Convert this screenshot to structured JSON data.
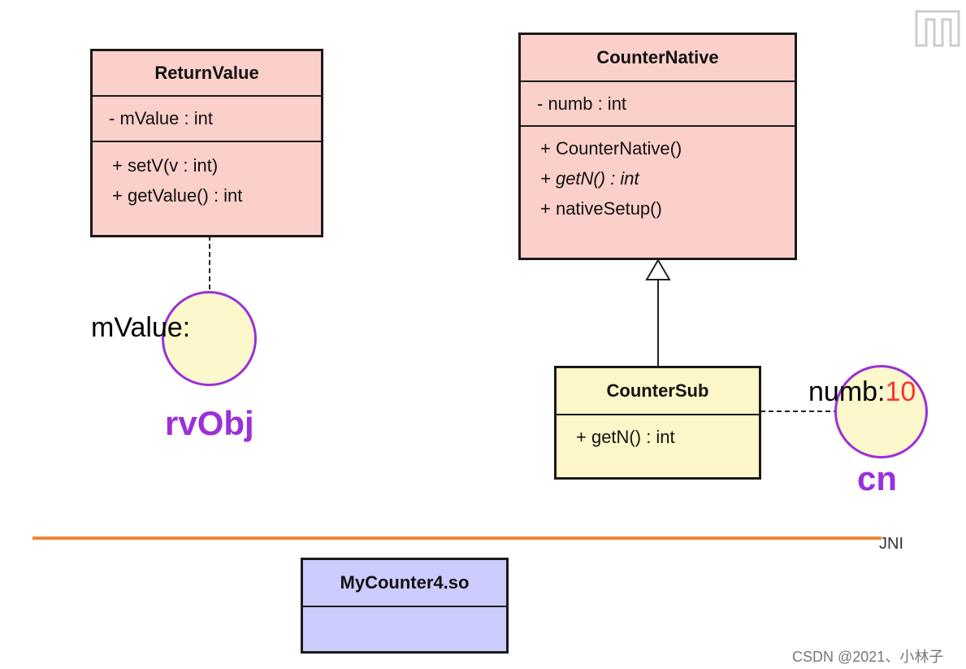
{
  "classes": {
    "return_value": {
      "name": "ReturnValue",
      "attributes": [
        "- mValue : int"
      ],
      "methods": [
        "+ setV(v : int)",
        "+ getValue() : int"
      ]
    },
    "counter_native": {
      "name": "CounterNative",
      "attributes": [
        "- numb : int"
      ],
      "methods": [
        "+ CounterNative()",
        "+ getN() : int",
        "+ nativeSetup()"
      ]
    },
    "counter_sub": {
      "name": "CounterSub",
      "methods": [
        "+ getN() : int"
      ]
    },
    "my_counter": {
      "name": "MyCounter4.so"
    }
  },
  "objects": {
    "rvobj": {
      "name": "rvObj",
      "field_label": "mValue:"
    },
    "cn": {
      "name": "cn",
      "field_label": "numb:",
      "field_value": "10"
    }
  },
  "boundary_label": "JNI",
  "watermark": "CSDN @2021、小林子",
  "colors": {
    "class_pink": "#fbd0ca",
    "class_yellow": "#fcf6c8",
    "class_blue": "#ccccff",
    "object_border": "#9b30d9",
    "jni_line": "#ee8833"
  }
}
